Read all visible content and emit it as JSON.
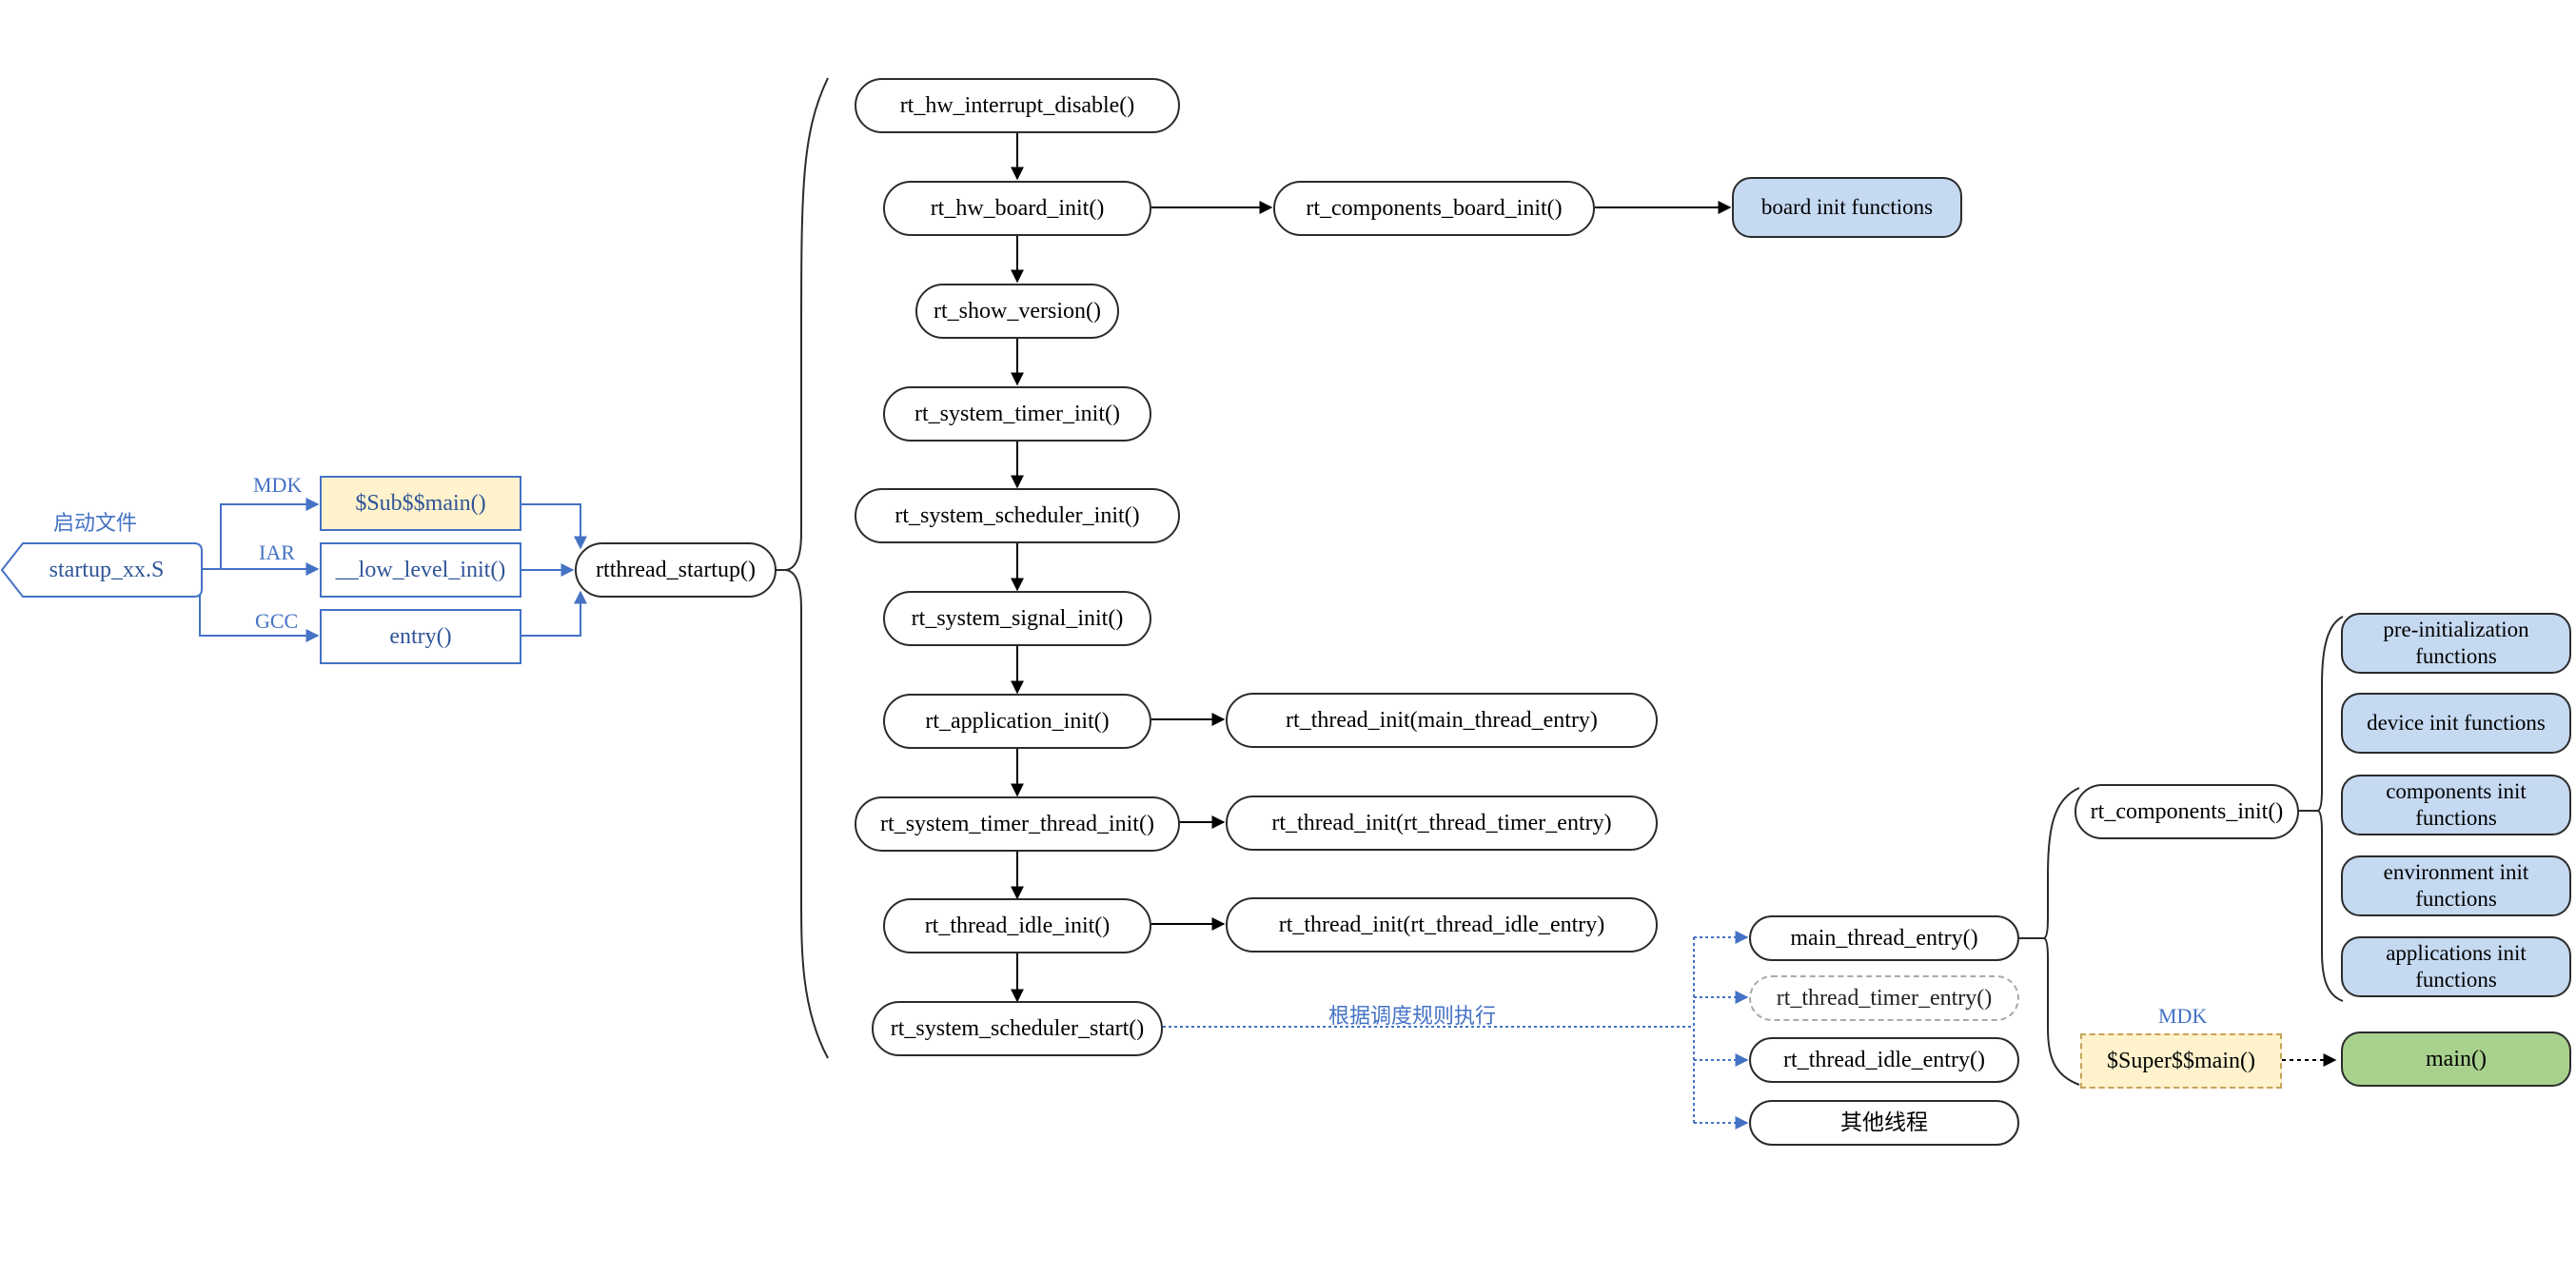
{
  "startup": {
    "file_label": "启动文件",
    "file_name": "startup_xx.S",
    "compilers": {
      "mdk": "MDK",
      "iar": "IAR",
      "gcc": "GCC"
    },
    "entries": {
      "mdk": "$Sub$$main()",
      "iar": "__low_level_init()",
      "gcc": "entry()"
    },
    "rtthread_startup": "rtthread_startup()"
  },
  "sequence": [
    "rt_hw_interrupt_disable()",
    "rt_hw_board_init()",
    "rt_show_version()",
    "rt_system_timer_init()",
    "rt_system_scheduler_init()",
    "rt_system_signal_init()",
    "rt_application_init()",
    "rt_system_timer_thread_init()",
    "rt_thread_idle_init()",
    "rt_system_scheduler_start()"
  ],
  "board": {
    "components_board_init": "rt_components_board_init()",
    "board_init_functions": "board init functions"
  },
  "thread_inits": {
    "main": "rt_thread_init(main_thread_entry)",
    "timer": "rt_thread_init(rt_thread_timer_entry)",
    "idle": "rt_thread_init(rt_thread_idle_entry)"
  },
  "scheduler": {
    "note": "根据调度规则执行",
    "threads": [
      "main_thread_entry()",
      "rt_thread_timer_entry()",
      "rt_thread_idle_entry()",
      "其他线程"
    ]
  },
  "components": {
    "init": "rt_components_init()",
    "functions": [
      "pre-initialization functions",
      "device init functions",
      "components init functions",
      "environment init functions",
      "applications init functions"
    ],
    "mdk_label": "MDK",
    "super_main": "$Super$$main()",
    "main": "main()"
  },
  "colors": {
    "blue_line": "#4472c4",
    "board_fill": "#c5d9f1",
    "main_fill": "#a9d18e",
    "mdk_fill": "#fff2cc"
  }
}
